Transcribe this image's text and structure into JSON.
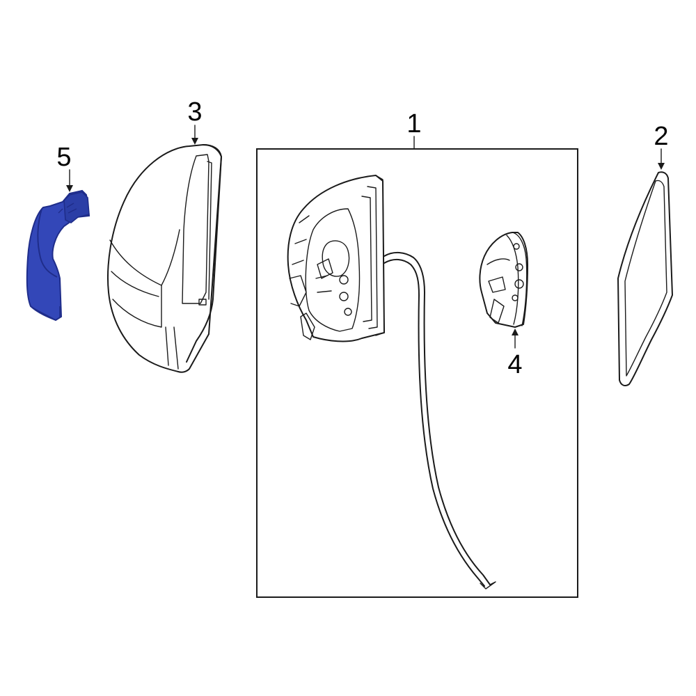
{
  "diagram": {
    "callouts": {
      "assembly": "1",
      "glass": "2",
      "housing": "3",
      "signal": "4",
      "cover": "5"
    },
    "colors": {
      "highlight": "#3347b8",
      "highlight_dark": "#1f2d8a",
      "line": "#1a1a1a",
      "background": "#ffffff"
    }
  }
}
